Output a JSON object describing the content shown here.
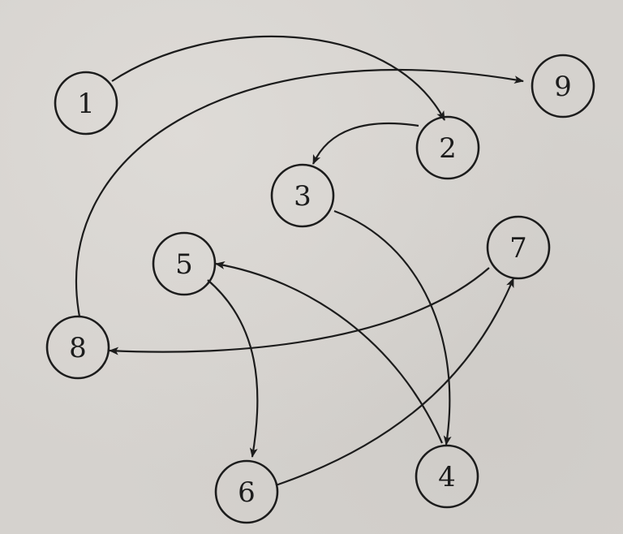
{
  "diagram": {
    "nodes": [
      {
        "id": "1",
        "label": "1"
      },
      {
        "id": "2",
        "label": "2"
      },
      {
        "id": "3",
        "label": "3"
      },
      {
        "id": "4",
        "label": "4"
      },
      {
        "id": "5",
        "label": "5"
      },
      {
        "id": "6",
        "label": "6"
      },
      {
        "id": "7",
        "label": "7"
      },
      {
        "id": "8",
        "label": "8"
      },
      {
        "id": "9",
        "label": "9"
      }
    ],
    "edges": [
      {
        "from": "1",
        "to": "2"
      },
      {
        "from": "8",
        "to": "9"
      },
      {
        "from": "2",
        "to": "3"
      },
      {
        "from": "3",
        "to": "4"
      },
      {
        "from": "4",
        "to": "5"
      },
      {
        "from": "5",
        "to": "6"
      },
      {
        "from": "6",
        "to": "7"
      },
      {
        "from": "7",
        "to": "8"
      }
    ],
    "colors": {
      "ink": "#1c1c1c",
      "paper": "#d5d2ce"
    }
  }
}
